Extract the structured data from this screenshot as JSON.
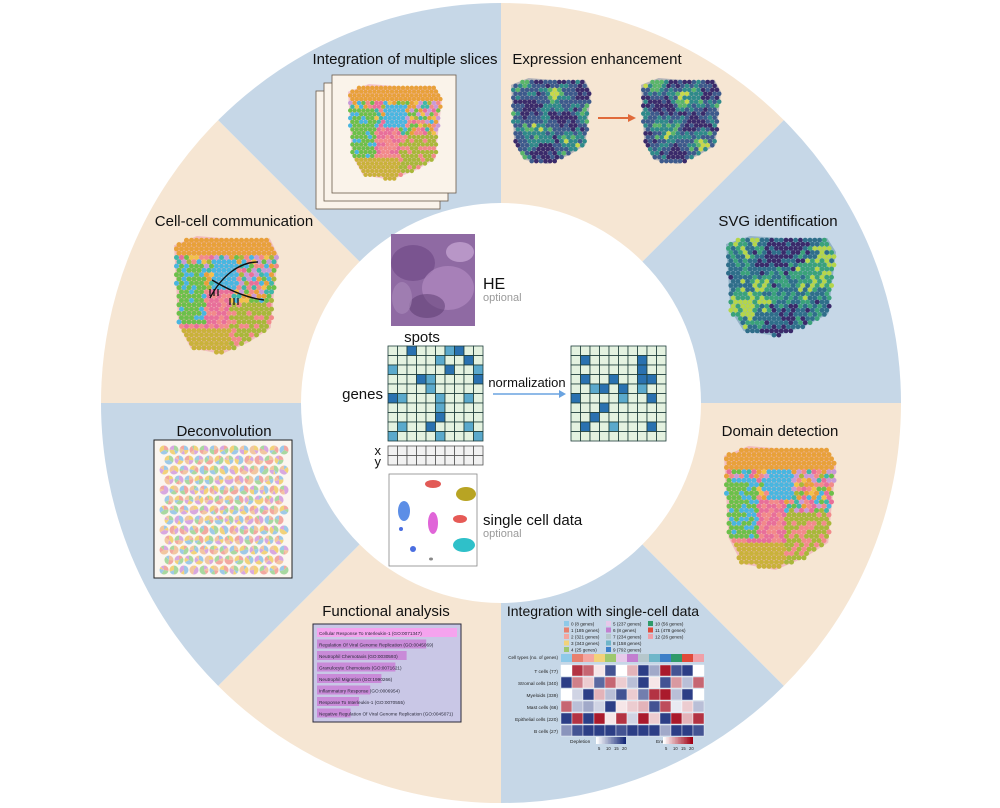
{
  "colors": {
    "beige": "#f6e6d3",
    "blue": "#c6d7e7",
    "matrix_fill": "#e4f2e0",
    "matrix_mid": "#5ba9cc",
    "matrix_dark": "#2a71b0",
    "arrow": "#6aa3e0",
    "optional_gray": "#9a9a9a",
    "enhance_arrow": "#e06a3a"
  },
  "sectors": [
    {
      "id": "integration-slices",
      "label": "Integration of multiple slices",
      "color": "beige"
    },
    {
      "id": "expression-enhancement",
      "label": "Expression enhancement",
      "color": "blue"
    },
    {
      "id": "svg-identification",
      "label": "SVG identification",
      "color": "beige"
    },
    {
      "id": "domain-detection",
      "label": "Domain detection",
      "color": "blue"
    },
    {
      "id": "integration-single-cell",
      "label": "Integration with single-cell data",
      "color": "beige"
    },
    {
      "id": "functional-analysis",
      "label": "Functional analysis",
      "color": "blue"
    },
    {
      "id": "deconvolution",
      "label": "Deconvolution",
      "color": "beige"
    },
    {
      "id": "cell-cell-communication",
      "label": "Cell-cell communication",
      "color": "blue"
    }
  ],
  "center": {
    "he_label": "HE",
    "he_optional": "optional",
    "spots_label": "spots",
    "genes_label": "genes",
    "normalization_label": "normalization",
    "x_label": "x",
    "y_label": "y",
    "single_cell_label": "single cell data",
    "single_cell_optional": "optional"
  },
  "functional_terms": [
    {
      "label": "Cellular Response To Interleukin-1 (GO:0071347)",
      "fill": 1.0
    },
    {
      "label": "Regulation Of Viral Genome Replication (GO:0045069)",
      "fill": 0.78
    },
    {
      "label": "Neutrophil Chemotaxis (GO:0030593)",
      "fill": 0.64
    },
    {
      "label": "Granulocyte Chemotaxis (GO:0071621)",
      "fill": 0.56
    },
    {
      "label": "Neutrophil Migration (GO:1990266)",
      "fill": 0.46
    },
    {
      "label": "Inflammatory Response (GO:0006954)",
      "fill": 0.38
    },
    {
      "label": "Response To Interleukin-1 (GO:0070555)",
      "fill": 0.3
    },
    {
      "label": "Negative Regulation Of Viral Genome Replication (GO:0045071)",
      "fill": 0.24
    }
  ],
  "single_cell_panel": {
    "legend": [
      {
        "label": "0 (8 genes)",
        "color": "#8ec9e8"
      },
      {
        "label": "1 (185 genes)",
        "color": "#e8806e"
      },
      {
        "label": "2 (321 genes)",
        "color": "#f4a6a0"
      },
      {
        "label": "3 (343 genes)",
        "color": "#f2d27a"
      },
      {
        "label": "4 (25 genes)",
        "color": "#9ec86e"
      },
      {
        "label": "5 (237 genes)",
        "color": "#e6c9ea"
      },
      {
        "label": "6 (8 genes)",
        "color": "#c27fd0"
      },
      {
        "label": "7 (234 genes)",
        "color": "#b6c7cc"
      },
      {
        "label": "8 (158 genes)",
        "color": "#6fb6c9"
      },
      {
        "label": "9 (792 genes)",
        "color": "#3d7fc8"
      },
      {
        "label": "10 (56 genes)",
        "color": "#2f9a6a"
      },
      {
        "label": "11 (478 genes)",
        "color": "#e04a3a"
      },
      {
        "label": "12 (26 genes)",
        "color": "#f0a0a8"
      }
    ],
    "header_label": "Cell types (no. of genes)",
    "rows": [
      "T cells (77)",
      "Stromal cells (340)",
      "Myeloids (339)",
      "Mast cells (66)",
      "Epithelial cells (220)",
      "B cells (27)"
    ],
    "depletion_label": "Depletion",
    "enrichment_label": "Enrichment",
    "depletion_ticks": [
      "5",
      "10",
      "15",
      "20"
    ],
    "enrichment_ticks": [
      "5",
      "10",
      "15",
      "20"
    ]
  }
}
